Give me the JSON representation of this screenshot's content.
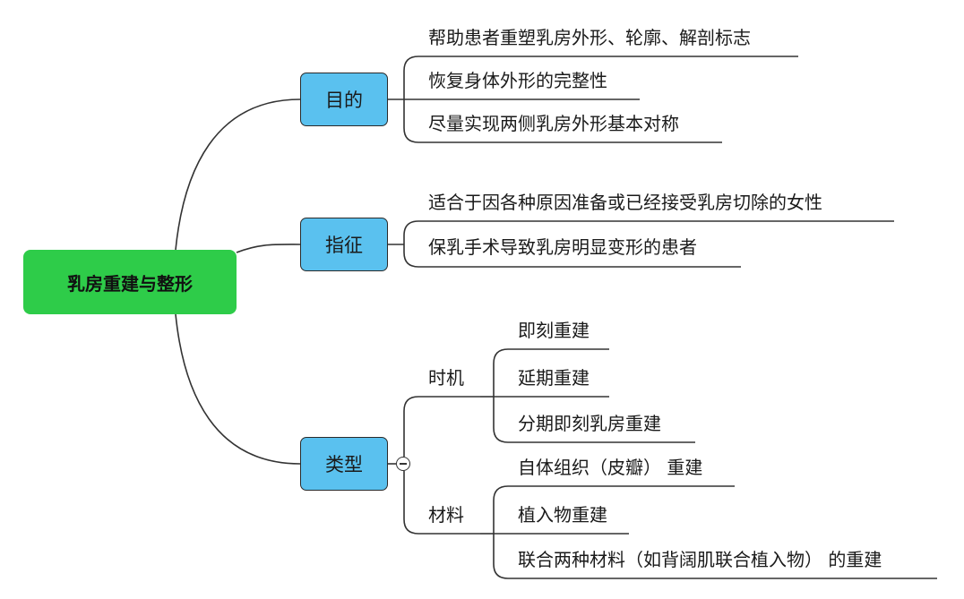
{
  "root": {
    "label": "乳房重建与整形"
  },
  "branches": {
    "purpose": {
      "label": "目的",
      "items": [
        "帮助患者重塑乳房外形、轮廓、解剖标志",
        "恢复身体外形的完整性",
        "尽量实现两侧乳房外形基本对称"
      ]
    },
    "indication": {
      "label": "指征",
      "items": [
        "适合于因各种原因准备或已经接受乳房切除的女性",
        "保乳手术导致乳房明显变形的患者"
      ]
    },
    "type": {
      "label": "类型",
      "timing": {
        "label": "时机",
        "items": [
          "即刻重建",
          "延期重建",
          "分期即刻乳房重建"
        ]
      },
      "material": {
        "label": "材料",
        "items": [
          "自体组织（皮瓣） 重建",
          "植入物重建",
          "联合两种材料（如背阔肌联合植入物） 的重建"
        ]
      }
    }
  },
  "colors": {
    "root": "#2ecc49",
    "branch": "#5ac1ef",
    "line": "#333333"
  }
}
